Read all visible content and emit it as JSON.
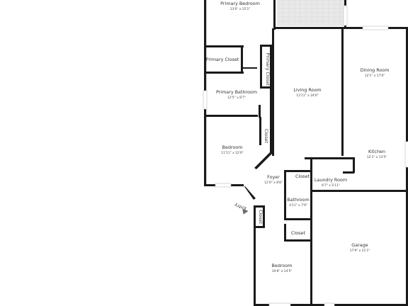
{
  "plan": {
    "rooms": [
      {
        "id": "primary-bedroom",
        "name": "Primary Bedroom",
        "dims": "13'0\" x 15'1\""
      },
      {
        "id": "primary-closet",
        "name": "Primary Closet",
        "dims": ""
      },
      {
        "id": "primary-closet-2",
        "name": "Primary Closet",
        "dims": ""
      },
      {
        "id": "primary-bathroom",
        "name": "Primary Bathroom",
        "dims": "12'5\" x 8'7\""
      },
      {
        "id": "living-room",
        "name": "Living Room",
        "dims": "12'11\" x 24'6\""
      },
      {
        "id": "dining-room",
        "name": "Dining Room",
        "dims": "12'1\" x 17'0\""
      },
      {
        "id": "kitchen",
        "name": "Kitchen",
        "dims": "12'1\" x 13'5\""
      },
      {
        "id": "bedroom-1",
        "name": "Bedroom",
        "dims": "11'11\" x 12'9\""
      },
      {
        "id": "closet-1",
        "name": "Closet",
        "dims": ""
      },
      {
        "id": "foyer",
        "name": "Foyer",
        "dims": "12'0\" x 8'8\""
      },
      {
        "id": "closet-2",
        "name": "Closet",
        "dims": ""
      },
      {
        "id": "laundry-room",
        "name": "Laundry Room",
        "dims": "6'7\" x 5'11\""
      },
      {
        "id": "bathroom",
        "name": "Bathroom",
        "dims": "4'11\" x 7'9\""
      },
      {
        "id": "closet-3",
        "name": "Closet",
        "dims": ""
      },
      {
        "id": "closet-4",
        "name": "Closet",
        "dims": ""
      },
      {
        "id": "garage",
        "name": "Garage",
        "dims": "17'9\" x 21'1\""
      },
      {
        "id": "bedroom-2",
        "name": "Bedroom",
        "dims": "10'8\" x 14'5\""
      }
    ],
    "entry_label": "Entry"
  }
}
